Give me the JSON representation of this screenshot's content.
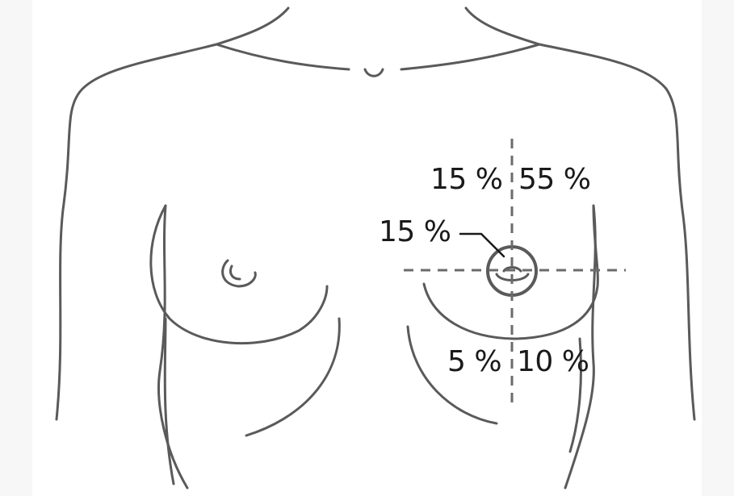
{
  "quadrants": {
    "upper_inner": {
      "label": "15 %",
      "percent": 15
    },
    "upper_outer": {
      "label": "55 %",
      "percent": 55
    },
    "central": {
      "label": "15 %",
      "percent": 15
    },
    "lower_inner": {
      "label": "5 %",
      "percent": 5
    },
    "lower_outer": {
      "label": "10 %",
      "percent": 10
    }
  },
  "colors": {
    "outline": "#5a5a5a",
    "divider": "#6b6b6b",
    "text": "#1a1a1a",
    "background": "#ffffff"
  }
}
